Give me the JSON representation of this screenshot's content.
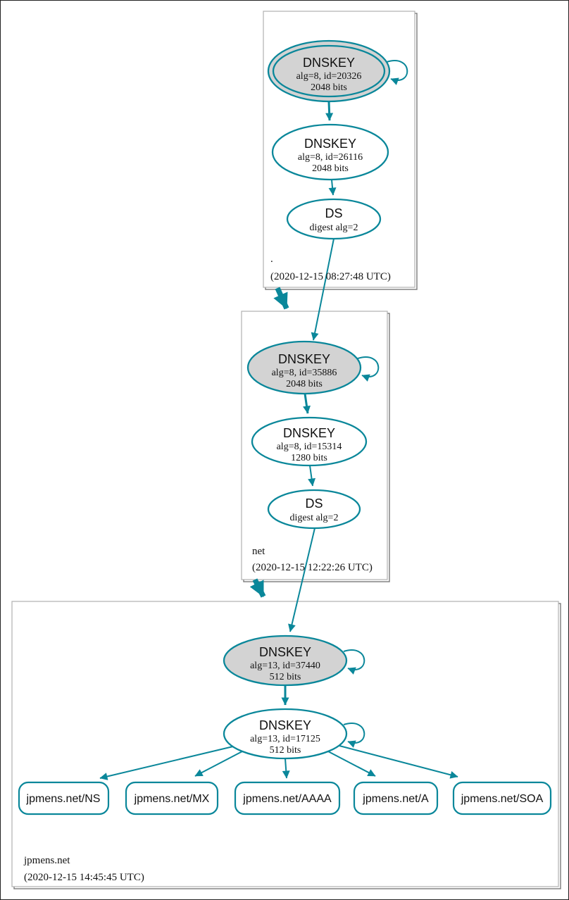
{
  "colors": {
    "edge_teal": "#0a879a",
    "ksk_fill": "#d3d3d3",
    "node_fill": "#ffffff",
    "cluster_border": "#b0b0b0",
    "cluster_shadow": "#7a7a7a",
    "text": "#111111"
  },
  "zones": [
    {
      "label": ".",
      "timestamp": "(2020-12-15 08:27:48 UTC)",
      "ksk": {
        "title": "DNSKEY",
        "alg": "alg=8, id=20326",
        "bits": "2048 bits"
      },
      "zsk": {
        "title": "DNSKEY",
        "alg": "alg=8, id=26116",
        "bits": "2048 bits"
      },
      "ds": {
        "title": "DS",
        "alg": "digest alg=2"
      }
    },
    {
      "label": "net",
      "timestamp": "(2020-12-15 12:22:26 UTC)",
      "ksk": {
        "title": "DNSKEY",
        "alg": "alg=8, id=35886",
        "bits": "2048 bits"
      },
      "zsk": {
        "title": "DNSKEY",
        "alg": "alg=8, id=15314",
        "bits": "1280 bits"
      },
      "ds": {
        "title": "DS",
        "alg": "digest alg=2"
      }
    },
    {
      "label": "jpmens.net",
      "timestamp": "(2020-12-15 14:45:45 UTC)",
      "ksk": {
        "title": "DNSKEY",
        "alg": "alg=13, id=37440",
        "bits": "512 bits"
      },
      "zsk": {
        "title": "DNSKEY",
        "alg": "alg=13, id=17125",
        "bits": "512 bits"
      }
    }
  ],
  "rrsets": [
    {
      "label": "jpmens.net/NS"
    },
    {
      "label": "jpmens.net/MX"
    },
    {
      "label": "jpmens.net/AAAA"
    },
    {
      "label": "jpmens.net/A"
    },
    {
      "label": "jpmens.net/SOA"
    }
  ]
}
